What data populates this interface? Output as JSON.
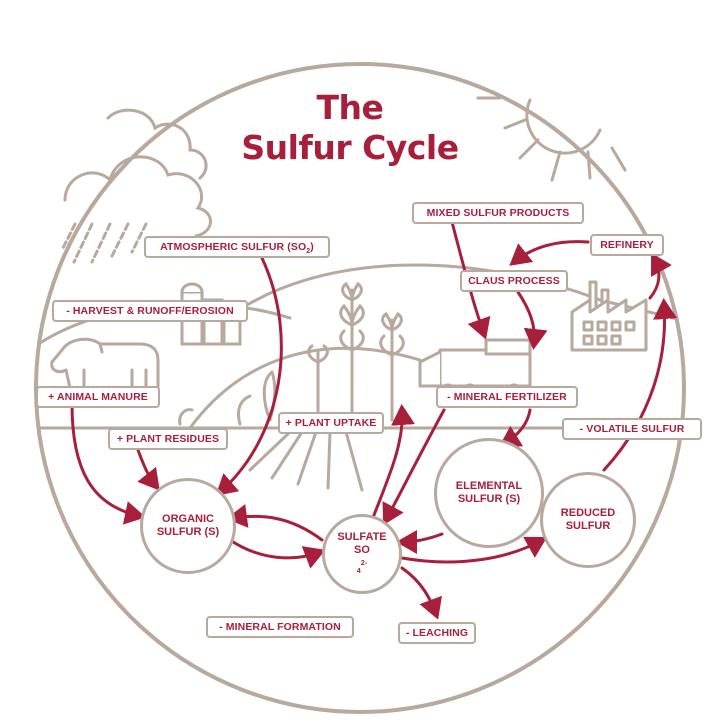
{
  "title": {
    "line1": "The",
    "line2": "Sulfur Cycle"
  },
  "colors": {
    "accent": "#a81f3c",
    "outline": "#b7a99e",
    "background": "#ffffff"
  },
  "labels": {
    "atmospheric_sulfur": "ATMOSPHERIC SULFUR (SO",
    "atmospheric_sulfur_sub": "2",
    "atmospheric_sulfur_close": ")",
    "mixed_sulfur_products": "MIXED SULFUR PRODUCTS",
    "refinery": "REFINERY",
    "claus_process": "CLAUS PROCESS",
    "harvest_runoff": "- HARVEST & RUNOFF/EROSION",
    "animal_manure": "+ ANIMAL MANURE",
    "plant_residues": "+ PLANT RESIDUES",
    "plant_uptake": "+ PLANT UPTAKE",
    "mineral_fertilizer": "- MINERAL FERTILIZER",
    "volatile_sulfur": "- VOLATILE SULFUR",
    "mineral_formation": "- MINERAL FORMATION",
    "leaching": "- LEACHING"
  },
  "nodes": {
    "organic_sulfur": {
      "line1": "ORGANIC",
      "line2": "SULFUR (S)"
    },
    "sulfate": {
      "line1": "SULFATE",
      "line2": "SO",
      "sub": "4",
      "sup": "2-"
    },
    "elemental_sulfur": {
      "line1": "ELEMENTAL",
      "line2": "SULFUR (S)"
    },
    "reduced_sulfur": {
      "line1": "REDUCED",
      "line2": "SULFUR"
    }
  },
  "icons": [
    "cloud-icon",
    "rain-icon",
    "sun-icon",
    "silo-icon",
    "cow-icon",
    "plant-icon",
    "truck-icon",
    "factory-icon"
  ]
}
